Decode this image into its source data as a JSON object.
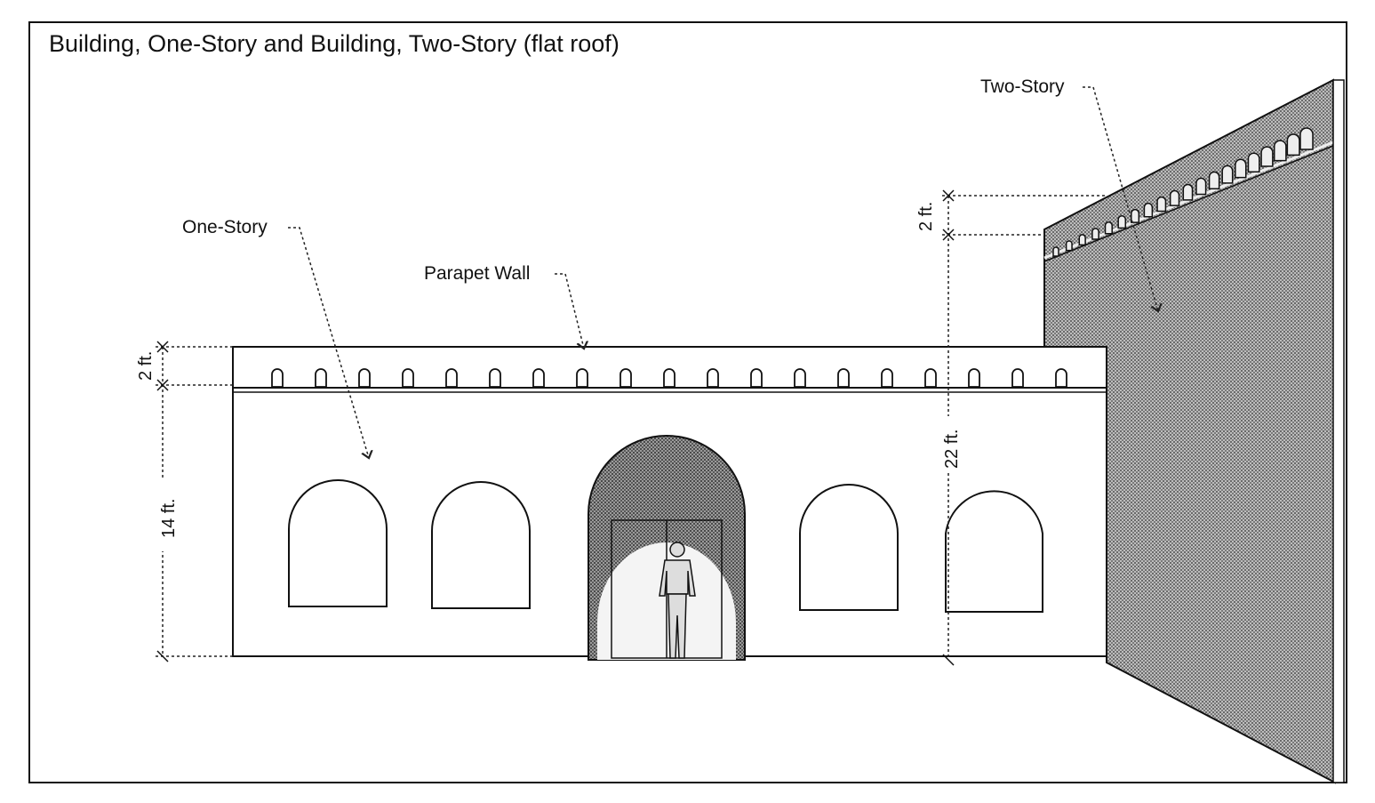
{
  "title": "Building, One-Story and Building, Two-Story (flat roof)",
  "labels": {
    "one_story": "One-Story",
    "parapet_wall": "Parapet Wall",
    "two_story": "Two-Story"
  },
  "dimensions": {
    "one_story_parapet": "2 ft.",
    "one_story_height": "14 ft.",
    "two_story_parapet": "2 ft.",
    "two_story_height": "22 ft."
  }
}
